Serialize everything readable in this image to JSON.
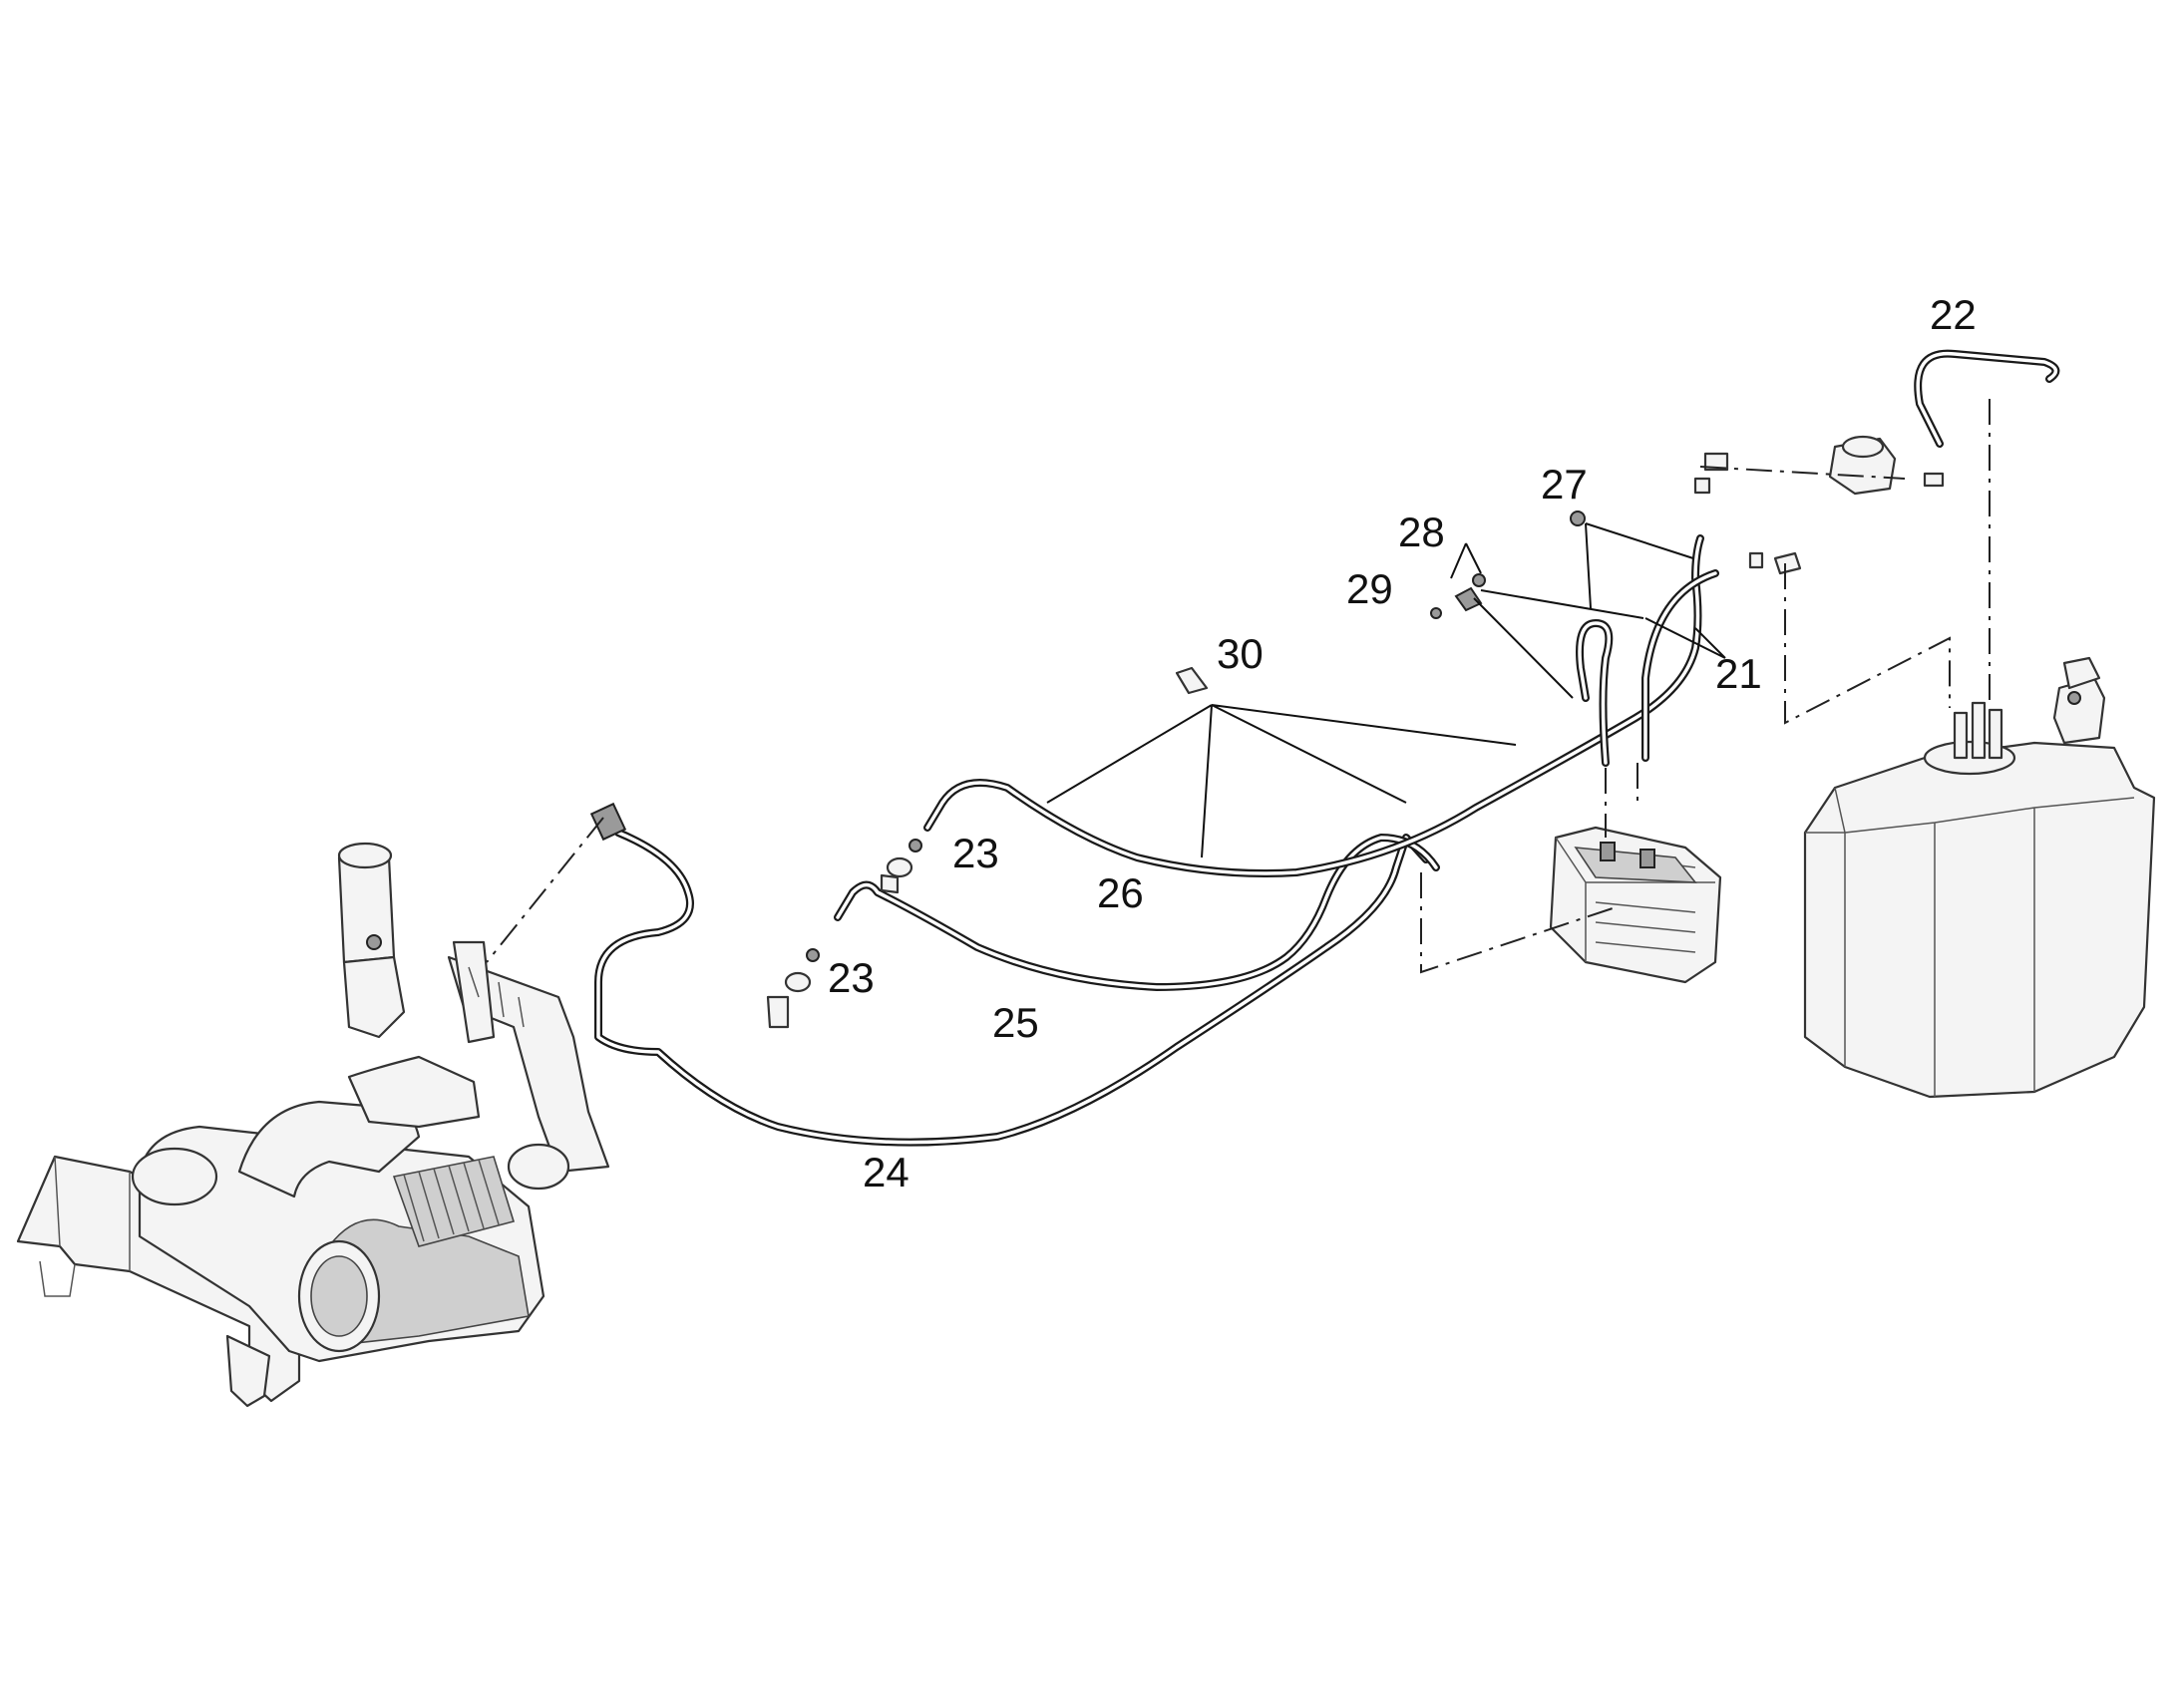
{
  "callouts": {
    "c21": "21",
    "c22": "22",
    "c23a": "23",
    "c23b": "23",
    "c24": "24",
    "c25": "25",
    "c26": "26",
    "c27": "27",
    "c28": "28",
    "c29": "29",
    "c30": "30"
  }
}
